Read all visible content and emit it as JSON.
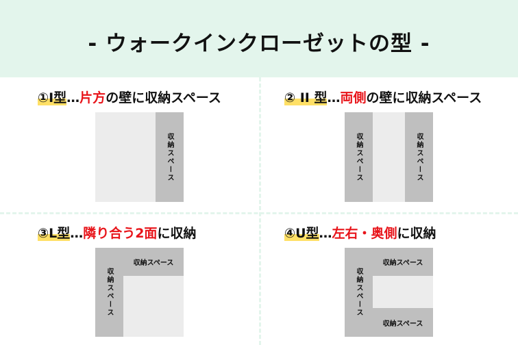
{
  "title": "- ウォークインクローゼットの型 -",
  "panels": [
    {
      "type": "①I型",
      "sep": "…",
      "highlight": "片方",
      "rest": "の壁に収納スペース",
      "labels": [
        "収納スペース"
      ]
    },
    {
      "type": "② II 型",
      "sep": "…",
      "highlight": "両側",
      "rest": "の壁に収納スペース",
      "labels": [
        "収納スペース",
        "収納スペース"
      ]
    },
    {
      "type": "③L型",
      "sep": "…",
      "highlight": "隣り合う2面",
      "rest": "に収納",
      "labels": [
        "収納スペース",
        "収納スペース"
      ]
    },
    {
      "type": "④U型",
      "sep": "…",
      "highlight": "左右・奥側",
      "rest": "に収納",
      "labels": [
        "収納スペース",
        "収納スペース",
        "収納スペース"
      ]
    }
  ],
  "colors": {
    "header": "#e3f5ec",
    "highlight": "#e8141a",
    "marker": "#ffe066",
    "storage": "#bfbfbf",
    "floor": "#ececec"
  }
}
